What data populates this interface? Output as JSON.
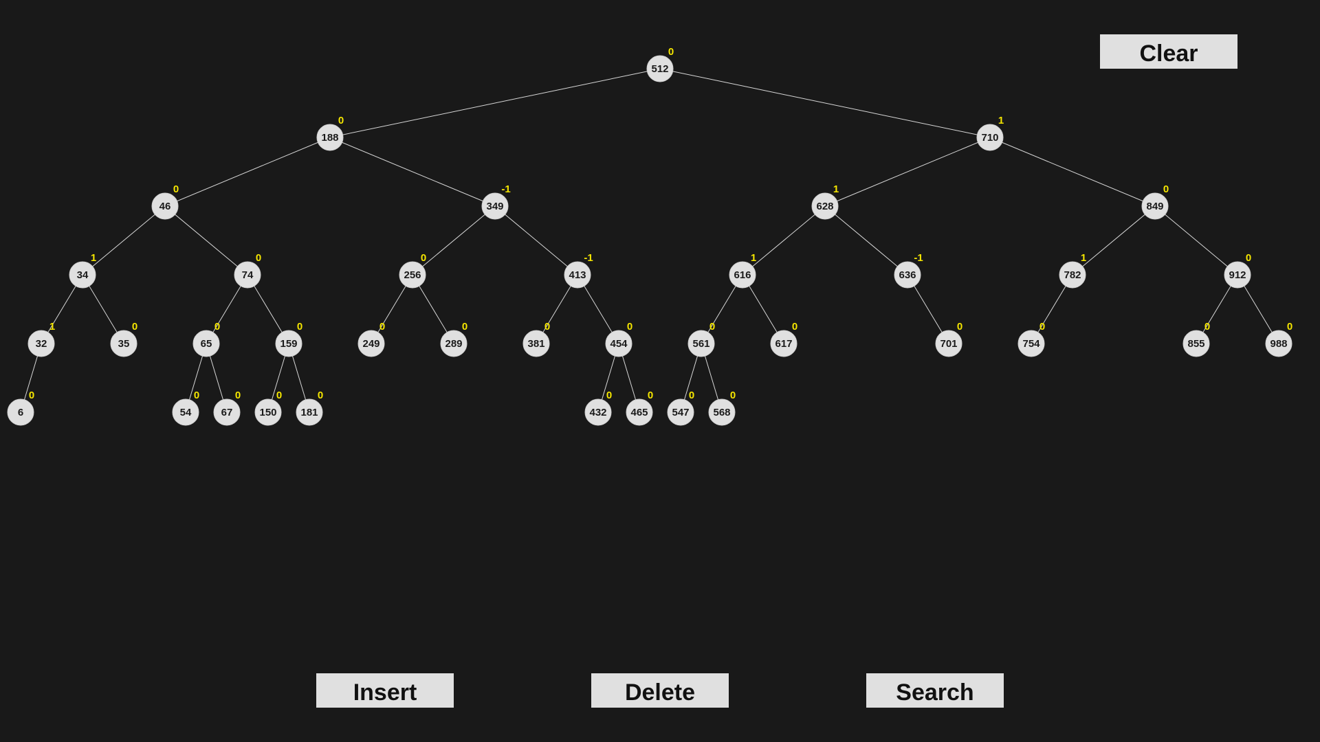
{
  "buttons": {
    "clear": "Clear",
    "insert": "Insert",
    "delete": "Delete",
    "search": "Search"
  },
  "tree": {
    "value": "512",
    "balance": "0",
    "left": {
      "value": "188",
      "balance": "0",
      "left": {
        "value": "46",
        "balance": "0",
        "left": {
          "value": "34",
          "balance": "1",
          "left": {
            "value": "32",
            "balance": "1",
            "left": {
              "value": "6",
              "balance": "0"
            }
          },
          "right": {
            "value": "35",
            "balance": "0"
          }
        },
        "right": {
          "value": "74",
          "balance": "0",
          "left": {
            "value": "65",
            "balance": "0",
            "left": {
              "value": "54",
              "balance": "0"
            },
            "right": {
              "value": "67",
              "balance": "0"
            }
          },
          "right": {
            "value": "159",
            "balance": "0",
            "left": {
              "value": "150",
              "balance": "0"
            },
            "right": {
              "value": "181",
              "balance": "0"
            }
          }
        }
      },
      "right": {
        "value": "349",
        "balance": "-1",
        "left": {
          "value": "256",
          "balance": "0",
          "left": {
            "value": "249",
            "balance": "0"
          },
          "right": {
            "value": "289",
            "balance": "0"
          }
        },
        "right": {
          "value": "413",
          "balance": "-1",
          "left": {
            "value": "381",
            "balance": "0"
          },
          "right": {
            "value": "454",
            "balance": "0",
            "left": {
              "value": "432",
              "balance": "0"
            },
            "right": {
              "value": "465",
              "balance": "0"
            }
          }
        }
      }
    },
    "right": {
      "value": "710",
      "balance": "1",
      "left": {
        "value": "628",
        "balance": "1",
        "left": {
          "value": "616",
          "balance": "1",
          "left": {
            "value": "561",
            "balance": "0",
            "left": {
              "value": "547",
              "balance": "0"
            },
            "right": {
              "value": "568",
              "balance": "0"
            }
          },
          "right": {
            "value": "617",
            "balance": "0"
          }
        },
        "right": {
          "value": "636",
          "balance": "-1",
          "right": {
            "value": "701",
            "balance": "0"
          }
        }
      },
      "right": {
        "value": "849",
        "balance": "0",
        "left": {
          "value": "782",
          "balance": "1",
          "left": {
            "value": "754",
            "balance": "0"
          }
        },
        "right": {
          "value": "912",
          "balance": "0",
          "left": {
            "value": "855",
            "balance": "0"
          },
          "right": {
            "value": "988",
            "balance": "0"
          }
        }
      }
    }
  }
}
